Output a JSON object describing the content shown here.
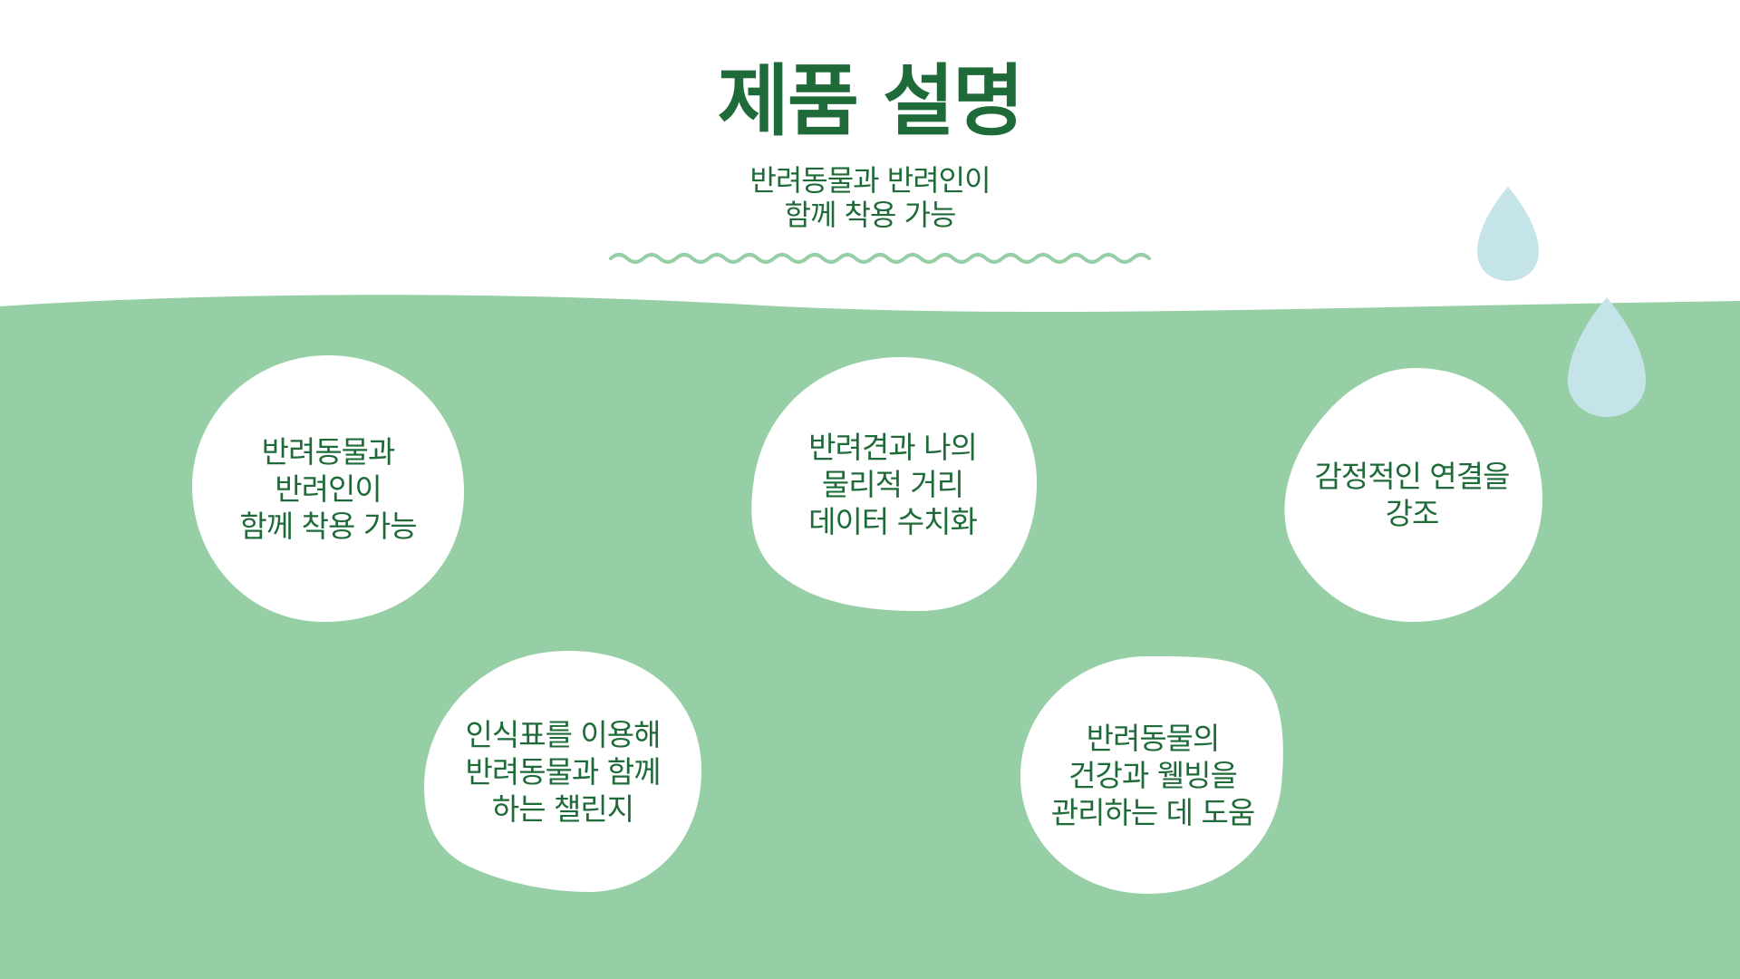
{
  "slide": {
    "title": "제품 설명",
    "subtitle_lines": [
      "반려동물과 반려인이",
      "함께 착용 가능"
    ]
  },
  "bubbles": [
    {
      "id": "together",
      "lines": [
        "반려동물과",
        "반려인이",
        "함께 착용 가능"
      ]
    },
    {
      "id": "distance",
      "lines": [
        "반려견과 나의",
        "물리적 거리",
        "데이터 수치화"
      ]
    },
    {
      "id": "emotion",
      "lines": [
        "감정적인 연결을",
        "강조"
      ]
    },
    {
      "id": "challenge",
      "lines": [
        "인식표를 이용해",
        "반려동물과 함께",
        "하는 챌린지"
      ]
    },
    {
      "id": "wellbeing",
      "lines": [
        "반려동물의",
        "건강과 웰빙을",
        "관리하는 데 도움"
      ]
    }
  ],
  "colors": {
    "green_bg": "#96cfa5",
    "text_green": "#1e6b39",
    "wave_line": "#96cfa5",
    "drop": "#c5e4ea",
    "bubble": "#ffffff"
  }
}
